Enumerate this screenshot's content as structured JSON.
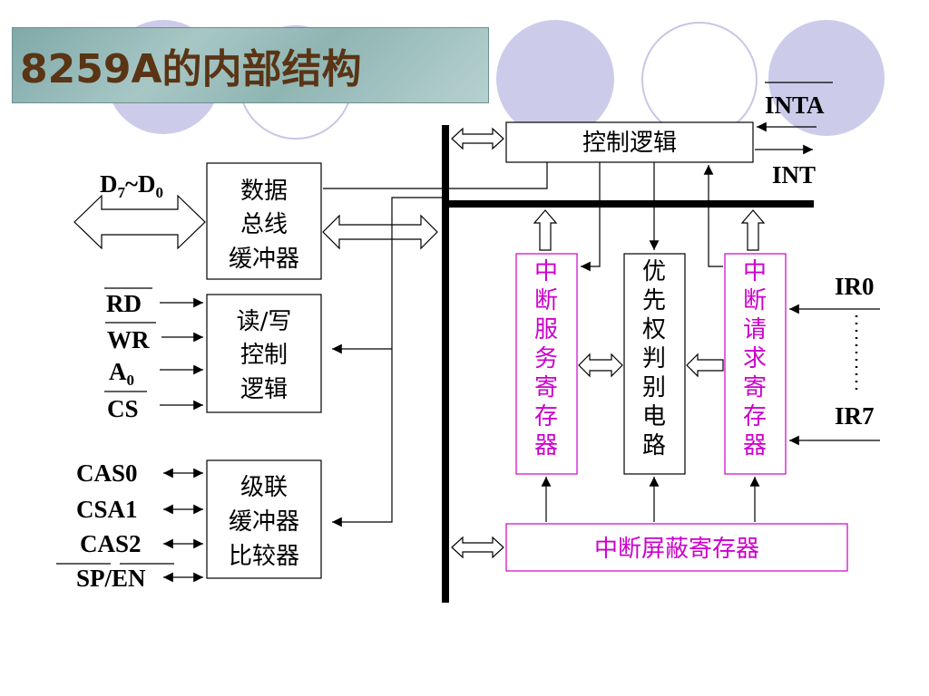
{
  "title": "8259A的内部结构",
  "colors": {
    "accent_magenta": "#cc00cc",
    "circle_fill": "#ccccea",
    "circle_stroke": "#c6c6e6",
    "title_text": "#5a3414"
  },
  "blocks": {
    "data_bus_buffer": [
      "数据",
      "总线",
      "缓冲器"
    ],
    "rw_control": [
      "读/写",
      "控制",
      "逻辑"
    ],
    "cascade": [
      "级联",
      "缓冲器",
      "比较器"
    ],
    "control_logic": "控制逻辑",
    "isr": [
      "中",
      "断",
      "服",
      "务",
      "寄",
      "存",
      "器"
    ],
    "priority": [
      "优",
      "先",
      "权",
      "判",
      "别",
      "电",
      "路"
    ],
    "irr": [
      "中",
      "断",
      "请",
      "求",
      "寄",
      "存",
      "器"
    ],
    "imr": "中断屏蔽寄存器"
  },
  "signals": {
    "data": {
      "d": "D",
      "sub7": "7",
      "tilde": "~D",
      "sub0": "0"
    },
    "rd": "RD",
    "wr": "WR",
    "a0": {
      "a": "A",
      "sub": "0"
    },
    "cs": "CS",
    "cas0": "CAS0",
    "csa1": "CSA1",
    "cas2": "CAS2",
    "sp_en": "SP/EN",
    "inta": "INTA",
    "int": "INT",
    "ir0": "IR0",
    "ir7": "IR7"
  }
}
